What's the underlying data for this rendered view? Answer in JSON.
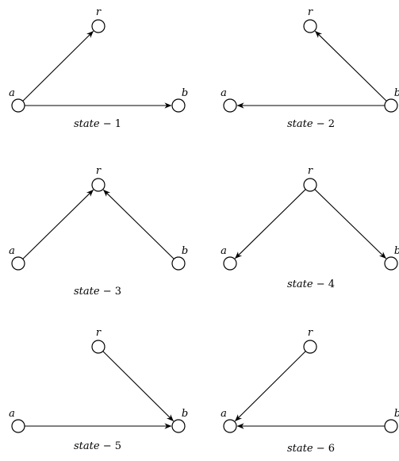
{
  "node_labels": {
    "a": "a",
    "r": "r",
    "b": "b"
  },
  "states": [
    {
      "name": "state",
      "sep": " − ",
      "num": "1",
      "edges": [
        [
          "a",
          "r"
        ],
        [
          "a",
          "b"
        ]
      ]
    },
    {
      "name": "state",
      "sep": " − ",
      "num": "2",
      "edges": [
        [
          "b",
          "r"
        ],
        [
          "b",
          "a"
        ]
      ]
    },
    {
      "name": "state",
      "sep": " − ",
      "num": "3",
      "edges": [
        [
          "a",
          "r"
        ],
        [
          "b",
          "r"
        ]
      ]
    },
    {
      "name": "state",
      "sep": " − ",
      "num": "4",
      "edges": [
        [
          "r",
          "a"
        ],
        [
          "r",
          "b"
        ]
      ]
    },
    {
      "name": "state",
      "sep": " − ",
      "num": "5",
      "edges": [
        [
          "r",
          "b"
        ],
        [
          "a",
          "b"
        ]
      ]
    },
    {
      "name": "state",
      "sep": " − ",
      "num": "6",
      "edges": [
        [
          "r",
          "a"
        ],
        [
          "b",
          "a"
        ]
      ]
    }
  ]
}
